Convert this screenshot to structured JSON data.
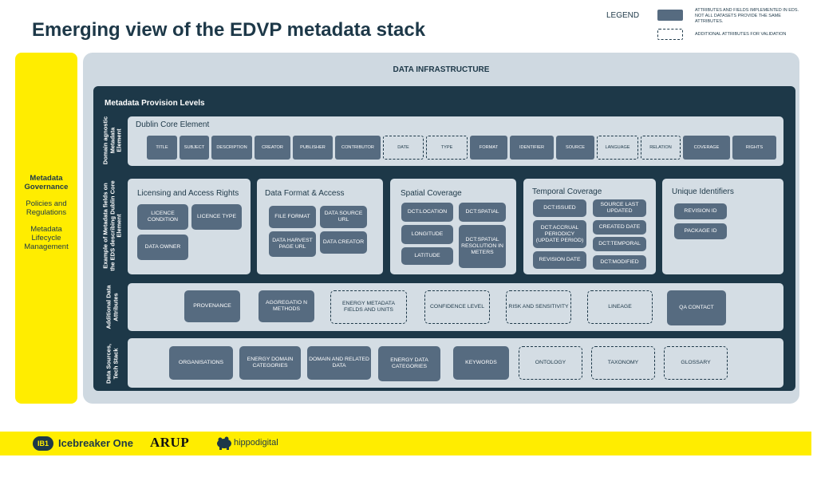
{
  "title": "Emerging view of the EDVP metadata stack",
  "legend": {
    "title": "LEGEND",
    "solid_text": "ATTRIBUTES AND FIELDS IMPLEMENTED IN EDS. NOT ALL DATASETS PROVIDE THE SAME ATTRIBUTES.",
    "dashed_text": "ADDITIONAL ATTRIBUTES FOR VALIDATION",
    "solid_color": "#566b80"
  },
  "governance": {
    "line1": "Metadata Governance",
    "line2": "Policies and Regulations",
    "line3": "Metadata Lifecycle Management",
    "color": "#ffed00"
  },
  "infrastructure": {
    "title": "DATA INFRASTRUCTURE"
  },
  "provision": {
    "title": "Metadata Provision Levels",
    "color": "#1d3848"
  },
  "row_labels": {
    "dublin": "Domain agnostic Metadata Element",
    "example": "Example of Metadata fields on the EDS describing Dublin Core Element",
    "additional": "Additional Data Attributes",
    "sources": "Data Sources, Tech Stack"
  },
  "dublin_core": {
    "title": "Dublin Core Element",
    "items": [
      "TITLE",
      "SUBJECT",
      "DESCRIPTION",
      "CREATOR",
      "PUBLISHER",
      "CONTRIBUTOR",
      "DATE",
      "TYPE",
      "FORMAT",
      "IDENTIFIER",
      "SOURCE",
      "LANGUAGE",
      "RELATION",
      "COVERAGE",
      "RIGHTS"
    ]
  },
  "licensing": {
    "title": "Licensing and Access Rights",
    "items": [
      "LICENCE CONDITION",
      "LICENCE TYPE",
      "DATA OWNER"
    ]
  },
  "format": {
    "title": "Data Format & Access",
    "items": [
      "FILE FORMAT",
      "DATA SOURCE URL",
      "DATA HARVEST PAGE URL",
      "DATA CREATOR"
    ]
  },
  "spatial": {
    "title": "Spatial Coverage",
    "items": [
      "DCT:LOCATION",
      "DCT:SPATIAL",
      "LONGITUDE",
      "DCT:SPATIAL RESOLUTION IN METERS",
      "LATITUDE"
    ]
  },
  "temporal": {
    "title": "Temporal Coverage",
    "items": [
      "DCT:ISSUED",
      "SOURCE LAST UPDATED",
      "DCT:ACCRUAL PERIODICY (UPDATE PERIOD)",
      "CREATED DATE",
      "DCT:TEMPORAL",
      "REVISION DATE",
      "DCT:MODIFIED"
    ]
  },
  "identifiers": {
    "title": "Unique Identifiers",
    "items": [
      "REVISION ID",
      "PACKAGE ID"
    ]
  },
  "additional": {
    "items": [
      "PROVENANCE",
      "AGGREGATIO N METHODS",
      "ENERGY METADATA FIELDS AND UNITS",
      "CONFIDENCE LEVEL",
      "RISK AND SENSITIVITY",
      "LINEAGE",
      "QA CONTACT"
    ]
  },
  "sources": {
    "items": [
      "ORGANISATIONS",
      "ENERGY DOMAIN CATEGORIES",
      "DOMAIN AND RELATED DATA",
      "ENERGY DATA CATEGORIES",
      "KEYWORDS",
      "ONTOLOGY",
      "TAXONOMY",
      "GLOSSARY"
    ]
  },
  "footer": {
    "ib1_badge": "IB1",
    "ib1_name": "Icebreaker One",
    "arup": "ARUP",
    "hippo": "hippodigital"
  }
}
